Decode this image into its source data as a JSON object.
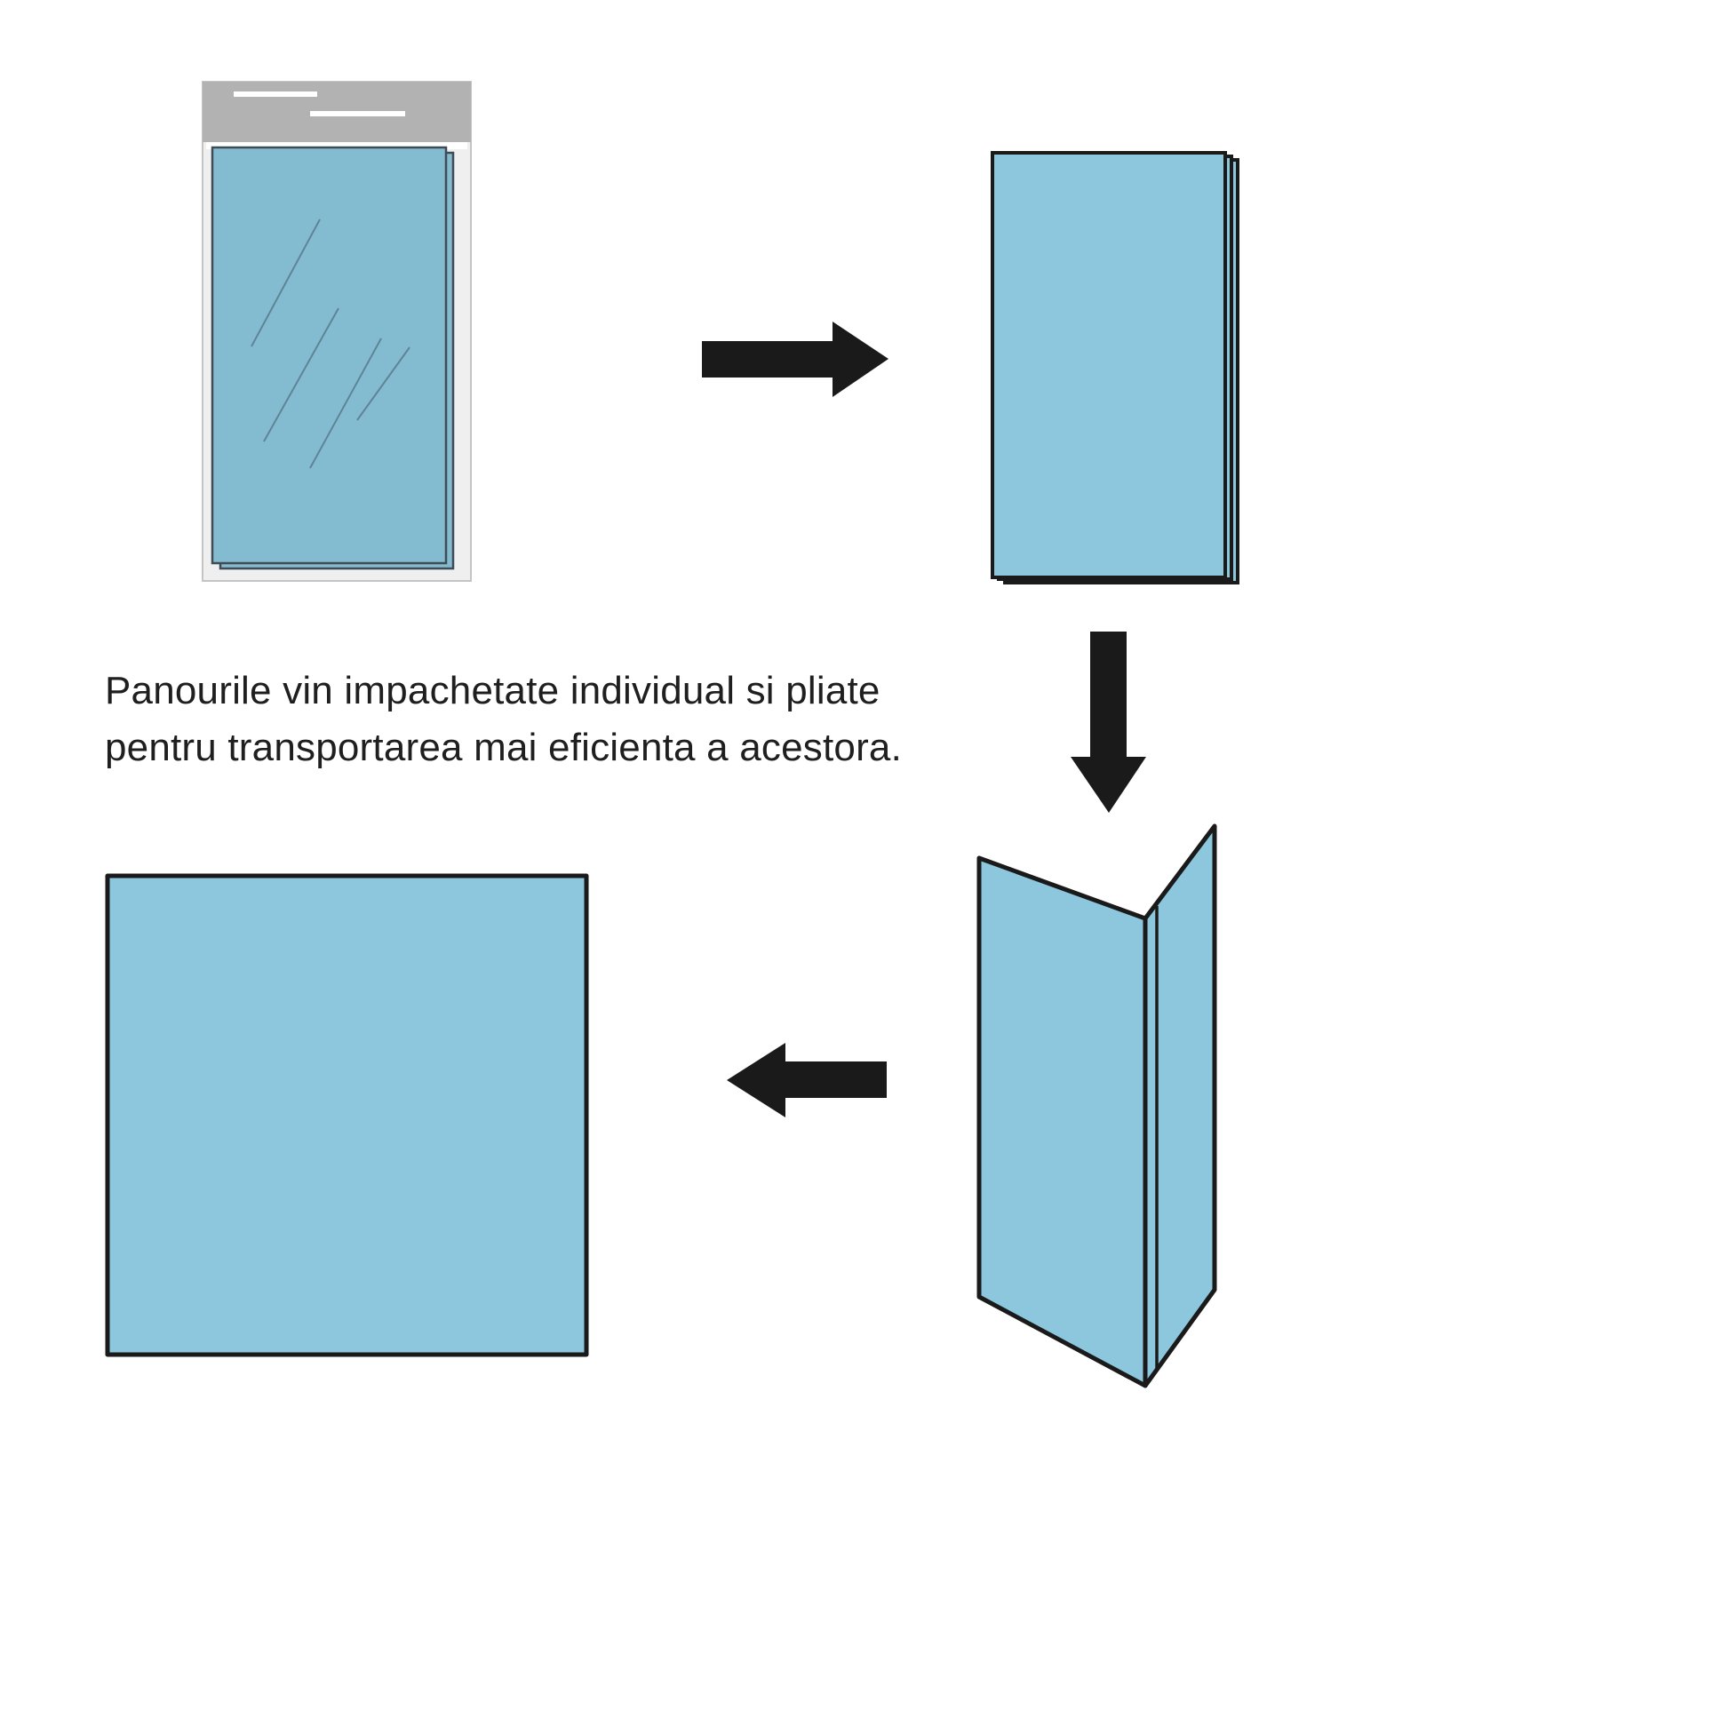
{
  "caption": {
    "line1": "Panourile vin impachetate individual si pliate",
    "line2": "pentru transportarea mai eficienta a acestora."
  },
  "colors": {
    "panel_blue": "#8CC7DD",
    "packaged_panel_blue": "#83BBD1",
    "package_header_gray": "#B2B2B2",
    "package_body_gray": "#EFEFEF",
    "white": "#FFFFFF",
    "arrow_black": "#1A1A1A"
  },
  "figures": {
    "packaged_panel": "panel-in-plastic-wrap",
    "folded_panel": "panel-folded-closed",
    "unfolding_panel": "panel-partially-unfolded",
    "open_panel": "panel-fully-unfolded",
    "arrow_1": "arrow-right",
    "arrow_2": "arrow-down",
    "arrow_3": "arrow-left"
  }
}
